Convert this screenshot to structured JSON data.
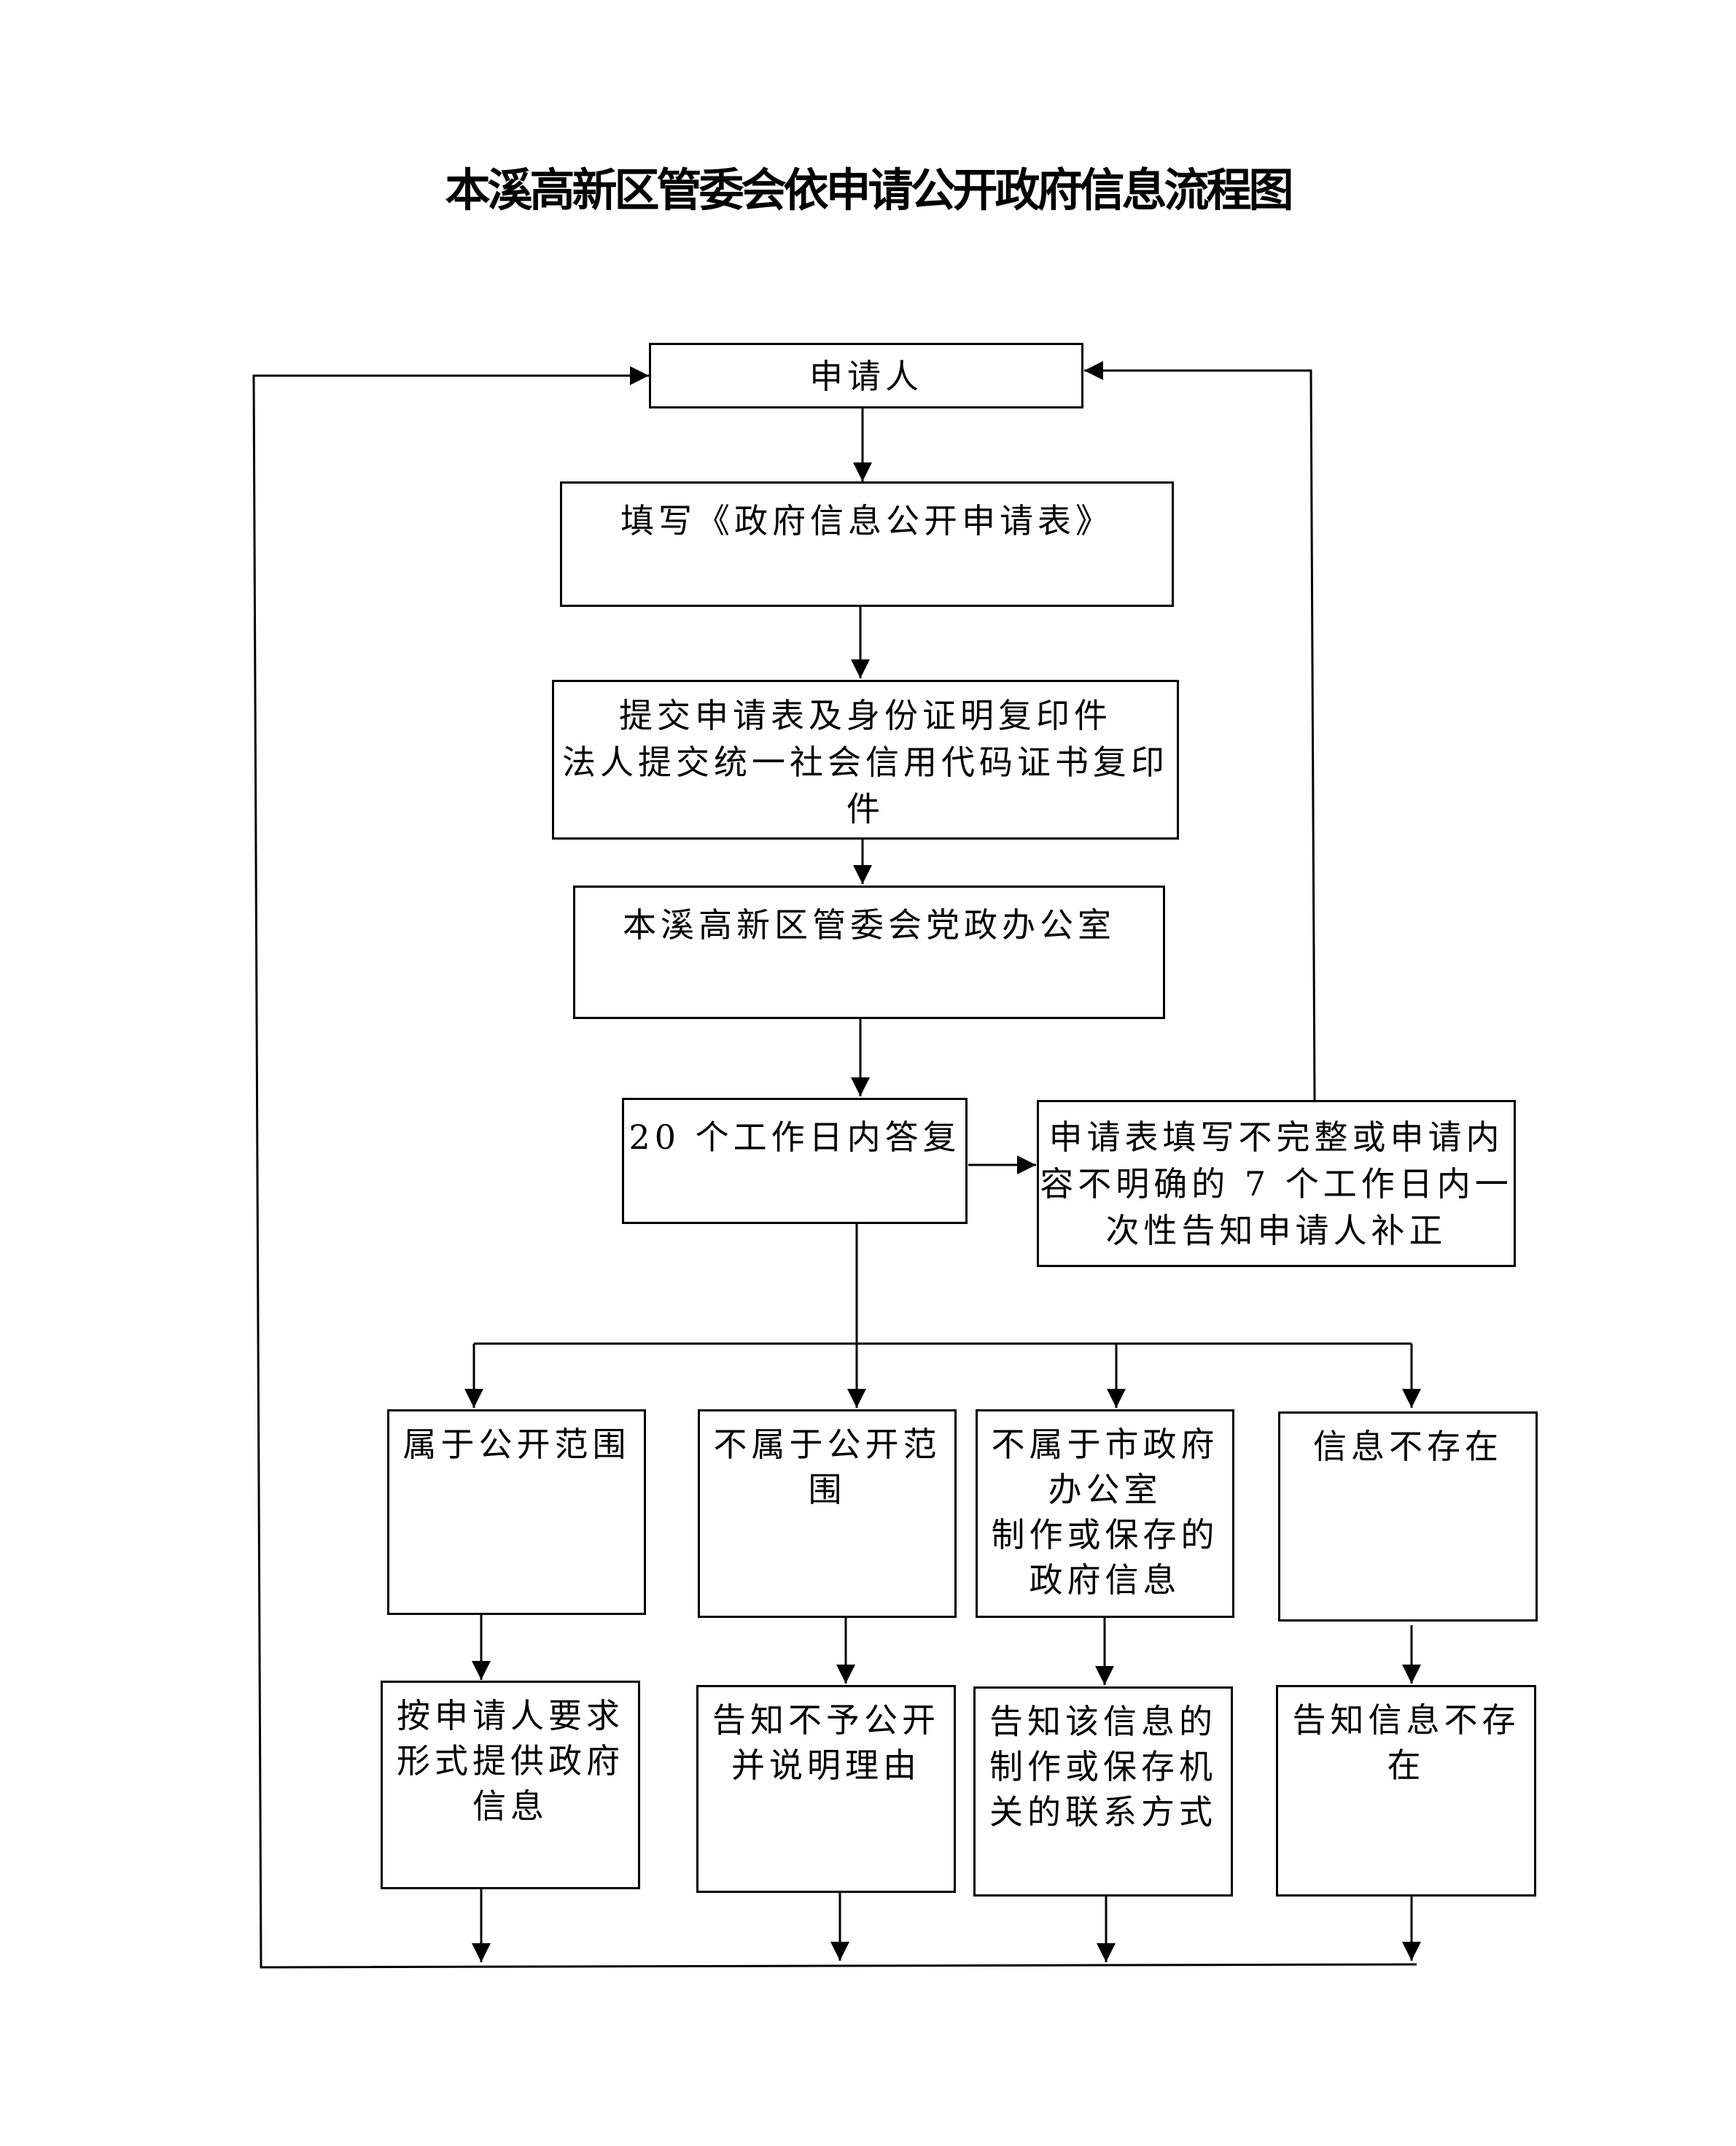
{
  "title": "本溪高新区管委会依申请公开政府信息流程图",
  "nodes": {
    "applicant": [
      "申请人"
    ],
    "fill_form": [
      "填写《政府信息公开申请表》"
    ],
    "submit": [
      "提交申请表及身份证明复印件",
      "法人提交统一社会信用代码证书复印",
      "件"
    ],
    "office": [
      "本溪高新区管委会党政办公室"
    ],
    "reply": [
      "20 个工作日内答复"
    ],
    "incomplete": [
      "申请表填写不完整或申请内",
      "容不明确的 7 个工作日内一",
      "次性告知申请人补正"
    ],
    "in_scope": [
      "属于公开范围"
    ],
    "out_scope": [
      "不属于公开范",
      "围"
    ],
    "not_office": [
      "不属于市政府",
      "办公室",
      "制作或保存的",
      "政府信息"
    ],
    "not_exist": [
      "信息不存在"
    ],
    "provide": [
      "按申请人要求",
      "形式提供政府",
      "信息"
    ],
    "refuse": [
      "告知不予公开",
      "并说明理由"
    ],
    "contact": [
      "告知该信息的",
      "制作或保存机",
      "关的联系方式"
    ],
    "inform_not_exist": [
      "告知信息不存",
      "在"
    ]
  }
}
